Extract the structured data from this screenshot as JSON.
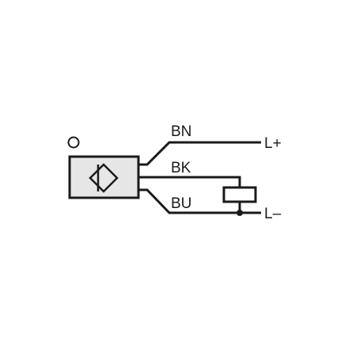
{
  "diagram": {
    "colors": {
      "line": "#1a1a1a",
      "sensor_fill": "#e6e6e6",
      "background": "#ffffff"
    },
    "wires": {
      "brown": {
        "label": "BN",
        "terminal": "L+"
      },
      "black": {
        "label": "BK"
      },
      "blue": {
        "label": "BU",
        "terminal": "L–"
      }
    },
    "icons": {
      "sensor": "inductive-proximity-sensor-icon",
      "indicator": "led-indicator-icon",
      "load": "load-resistor-icon"
    }
  }
}
